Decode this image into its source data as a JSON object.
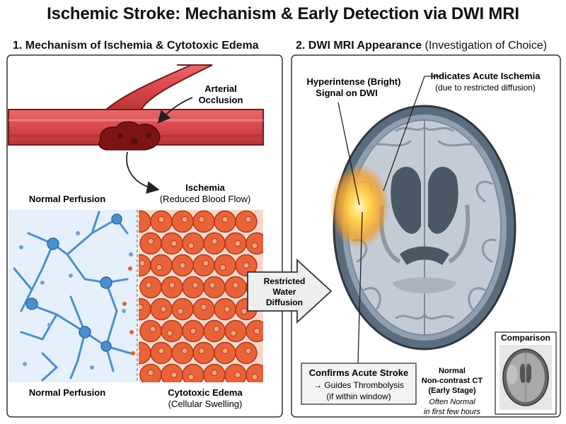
{
  "title": "Ischemic Stroke: Mechanism & Early Detection via DWI MRI",
  "panel1": {
    "heading": "1. Mechanism of Ischemia & Cytotoxic Edema",
    "arterial_occlusion": [
      "Arterial",
      "Occlusion"
    ],
    "normal_perfusion_top": "Normal Perfusion",
    "ischemia": "Ischemia",
    "ischemia_sub": "(Reduced Blood Flow)",
    "normal_perfusion_bottom": "Normal Perfusion",
    "cytotoxic_edema": "Cytotoxic Edema",
    "cytotoxic_edema_sub": "(Cellular Swelling)"
  },
  "arrow_label": [
    "Restricted",
    "Water",
    "Diffusion"
  ],
  "panel2": {
    "heading_bold": "2. DWI MRI Appearance",
    "heading_rest": " (Investigation of Choice)",
    "hyperintense": [
      "Hyperintense (Bright)",
      "Signal on DWI"
    ],
    "acute_ischemia": "Indicates Acute Ischemia",
    "acute_ischemia_sub": "(due to restricted diffusion)",
    "confirms_title": "Confirms Acute Stroke",
    "confirms_lines": [
      "→ Guides Thrombolysis",
      "(if within window)"
    ],
    "comparison_label": "Comparison",
    "ct_lines": [
      "Normal",
      "Non-contrast CT",
      "(Early Stage)"
    ],
    "ct_note": [
      "Often Normal",
      "in first few hours"
    ]
  },
  "colors": {
    "artery": "#d9484a",
    "artery_dark": "#8e1f22",
    "neuron": "#4c8fd0",
    "swollen_cell": "#e8623a",
    "brain_tissue": "#b9c3cc",
    "lesion": "#ffcc33"
  }
}
